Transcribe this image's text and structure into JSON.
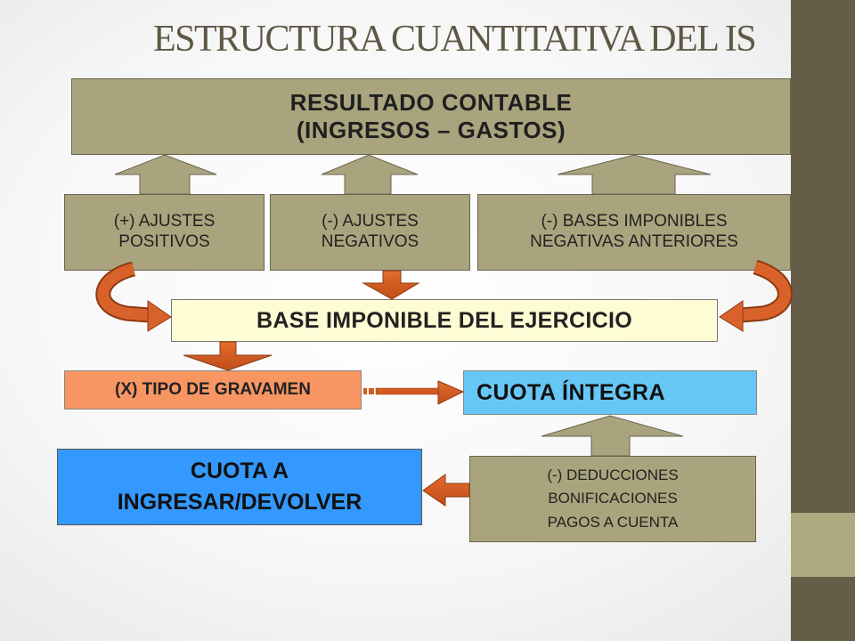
{
  "title": "ESTRUCTURA CUANTITATIVA DEL IS",
  "boxes": {
    "resultado": "RESULTADO CONTABLE\n(INGRESOS – GASTOS)",
    "ajustes_positivos": "(+) AJUSTES\nPOSITIVOS",
    "ajustes_negativos": "(-) AJUSTES\nNEGATIVOS",
    "bases_negativas": "(-) BASES IMPONIBLES\nNEGATIVAS ANTERIORES",
    "base_imponible": "BASE IMPONIBLE DEL EJERCICIO",
    "tipo_gravamen": "(X) TIPO DE GRAVAMEN",
    "cuota_integra": "CUOTA ÍNTEGRA",
    "cuota_ingresar": "CUOTA A\nINGRESAR/DEVOLVER",
    "deducciones": "(-) DEDUCCIONES\nBONIFICACIONES\nPAGOS A CUENTA"
  },
  "colors": {
    "olive_box": "#aaa47e",
    "sidebar": "#655d48",
    "sidebar_band": "#aea97f",
    "base_box": "#fdfcd4",
    "tipo_box": "#f79563",
    "cuota_integra_box": "#66c7f6",
    "cuota_ingresar_box": "#3399ff",
    "orange_arrow": "#d35a21",
    "title": "#5f5846"
  }
}
